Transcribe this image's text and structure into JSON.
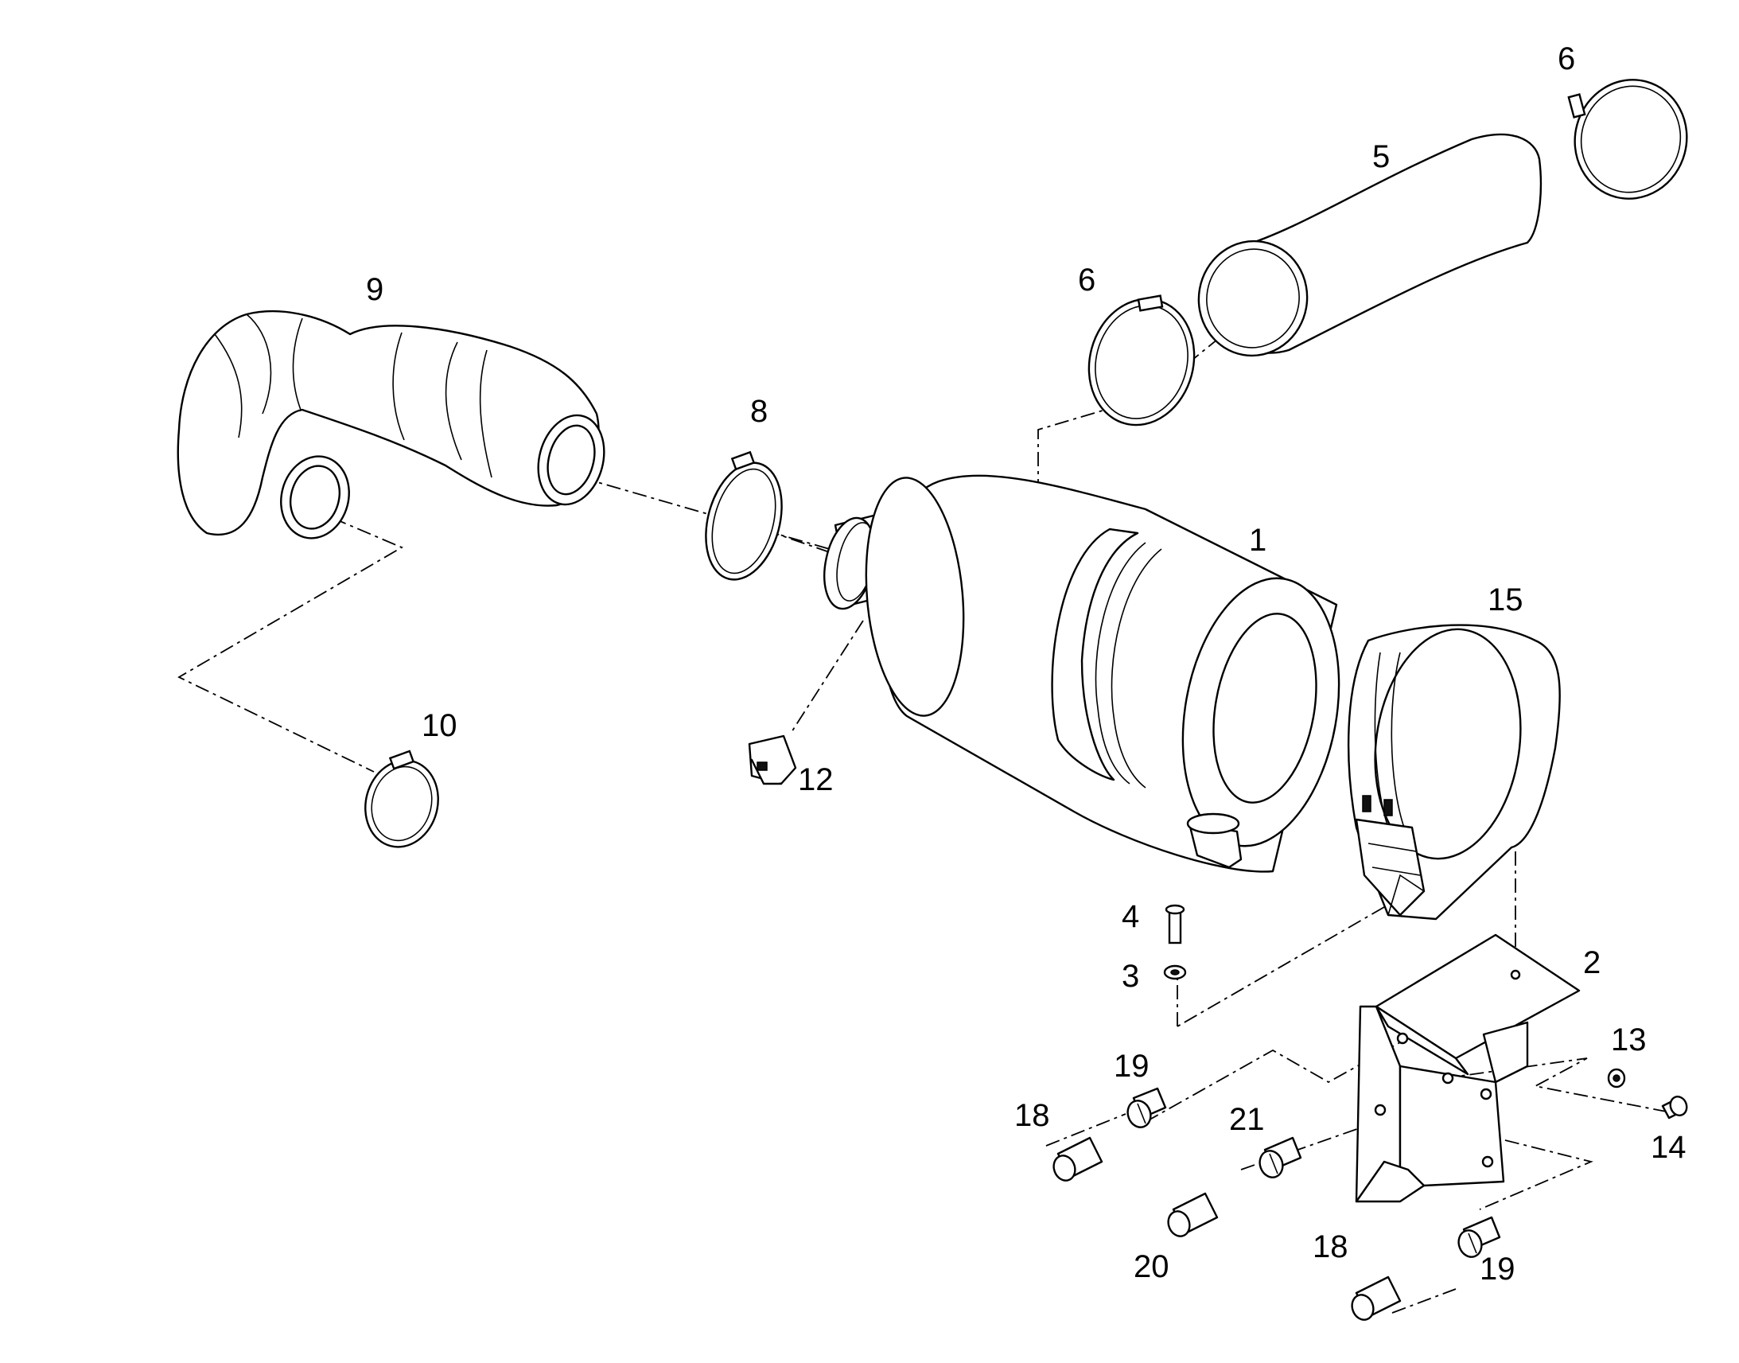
{
  "diagram": {
    "callouts": {
      "p1": "1",
      "p2": "2",
      "p3": "3",
      "p4": "4",
      "p5": "5",
      "p6a": "6",
      "p6b": "6",
      "p8": "8",
      "p9": "9",
      "p10": "10",
      "p12": "12",
      "p13": "13",
      "p14": "14",
      "p15": "15",
      "p18a": "18",
      "p18b": "18",
      "p19a": "19",
      "p19b": "19",
      "p20": "20",
      "p21": "21"
    }
  }
}
